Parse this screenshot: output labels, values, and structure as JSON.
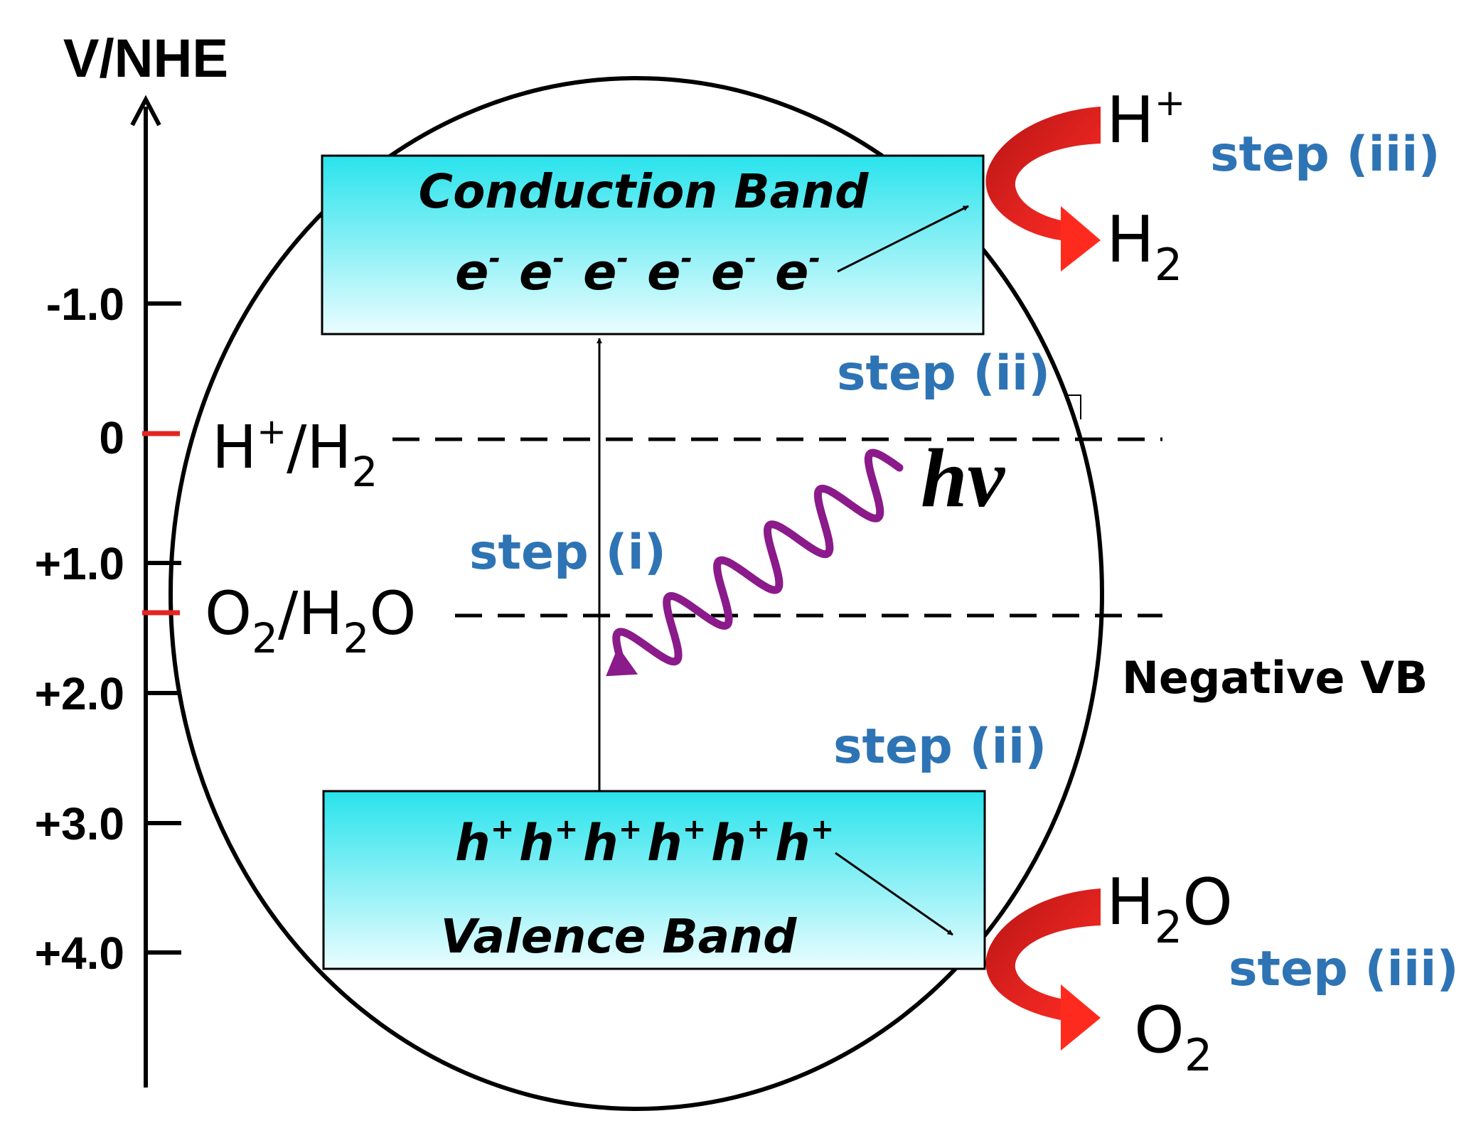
{
  "axis": {
    "title": "V/NHE",
    "ticks": [
      "-1.0",
      "0",
      "+1.0",
      "+2.0",
      "+3.0",
      "+4.0"
    ]
  },
  "levels": {
    "hydrogen": {
      "pre": "H",
      "sup": "+",
      "mid": "/H",
      "sub": "2"
    },
    "oxygen": {
      "pre": "O",
      "sub1": "2",
      "mid": "/H",
      "sub2": "2",
      "post": "O"
    }
  },
  "bands": {
    "conduction": {
      "label": "Conduction Band",
      "carrier": "e",
      "charge": "-",
      "count": 6
    },
    "valence": {
      "label": "Valence Band",
      "carrier": "h",
      "charge": "+",
      "count": 6
    }
  },
  "steps": {
    "step1": "step (i)",
    "step2_upper": "step (ii)",
    "step2_lower": "step (ii)",
    "step3_upper": "step (iii)",
    "step3_lower": "step (iii)"
  },
  "photon": "hv",
  "reactions": {
    "h_plus": {
      "base": "H",
      "sup": "+"
    },
    "h2": {
      "base": "H",
      "sub": "2"
    },
    "h2o": {
      "base": "H",
      "sub": "2",
      "post": "O"
    },
    "o2": {
      "base": "O",
      "sub": "2"
    }
  },
  "negative_vb": "Negative VB",
  "colors": {
    "step_text": "#2E74B5",
    "photon_wave": "#8B1A8B",
    "reaction_arrow": "#E52420",
    "reaction_arrow_dark": "#B51414",
    "level_marker": "#E52420",
    "band_fill_top": "#29E3EC",
    "band_fill_bottom": "#EAFDFF"
  }
}
